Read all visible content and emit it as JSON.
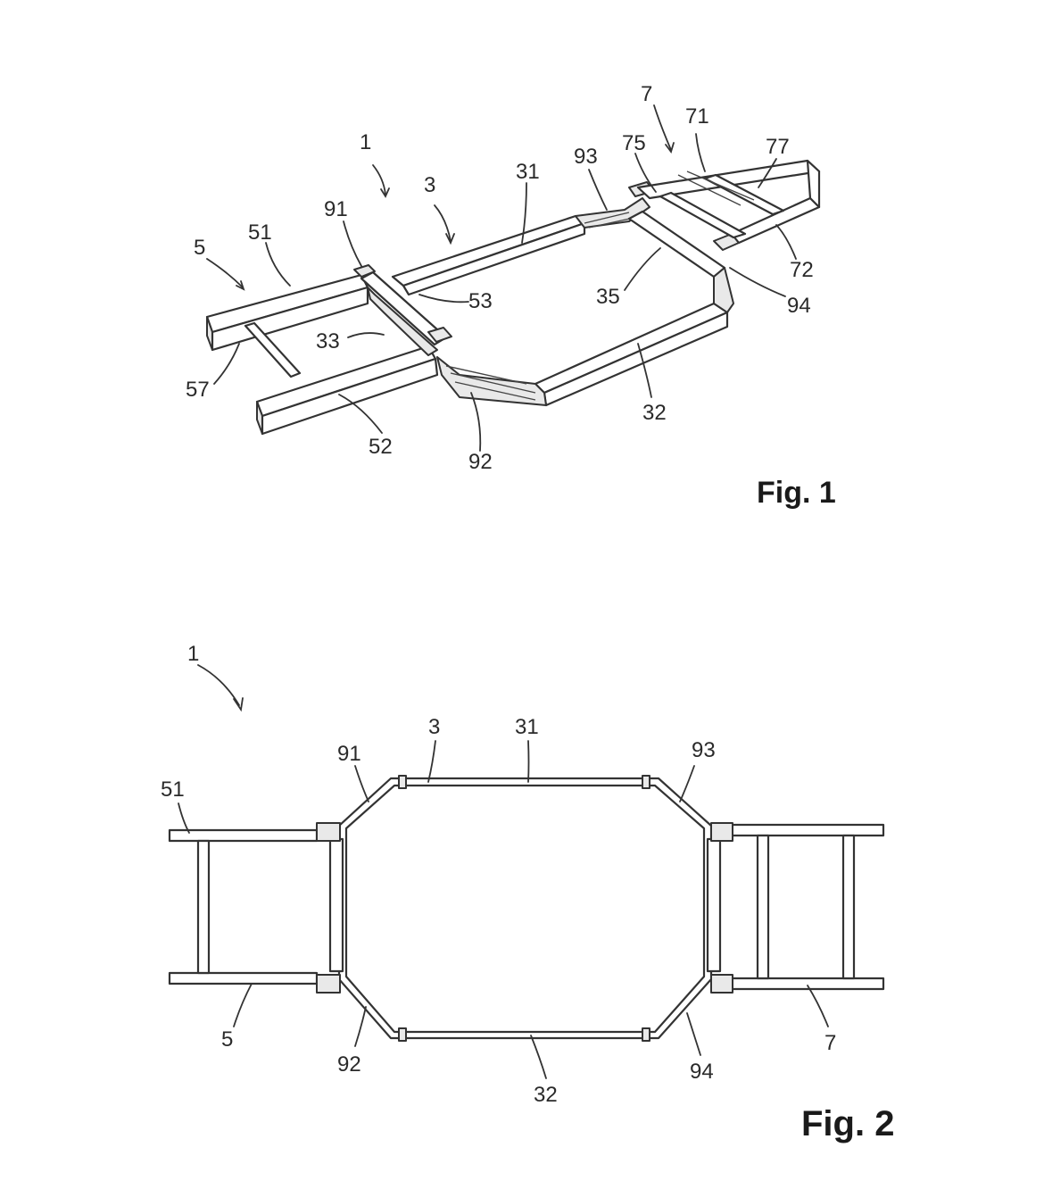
{
  "figures": [
    {
      "caption": "Fig. 1",
      "labels": [
        "1",
        "3",
        "5",
        "51",
        "52",
        "53",
        "57",
        "33",
        "91",
        "92",
        "93",
        "31",
        "32",
        "35",
        "7",
        "71",
        "72",
        "75",
        "77",
        "94"
      ]
    },
    {
      "caption": "Fig. 2",
      "labels": [
        "1",
        "3",
        "31",
        "91",
        "93",
        "51",
        "5",
        "92",
        "32",
        "94",
        "7"
      ]
    }
  ]
}
